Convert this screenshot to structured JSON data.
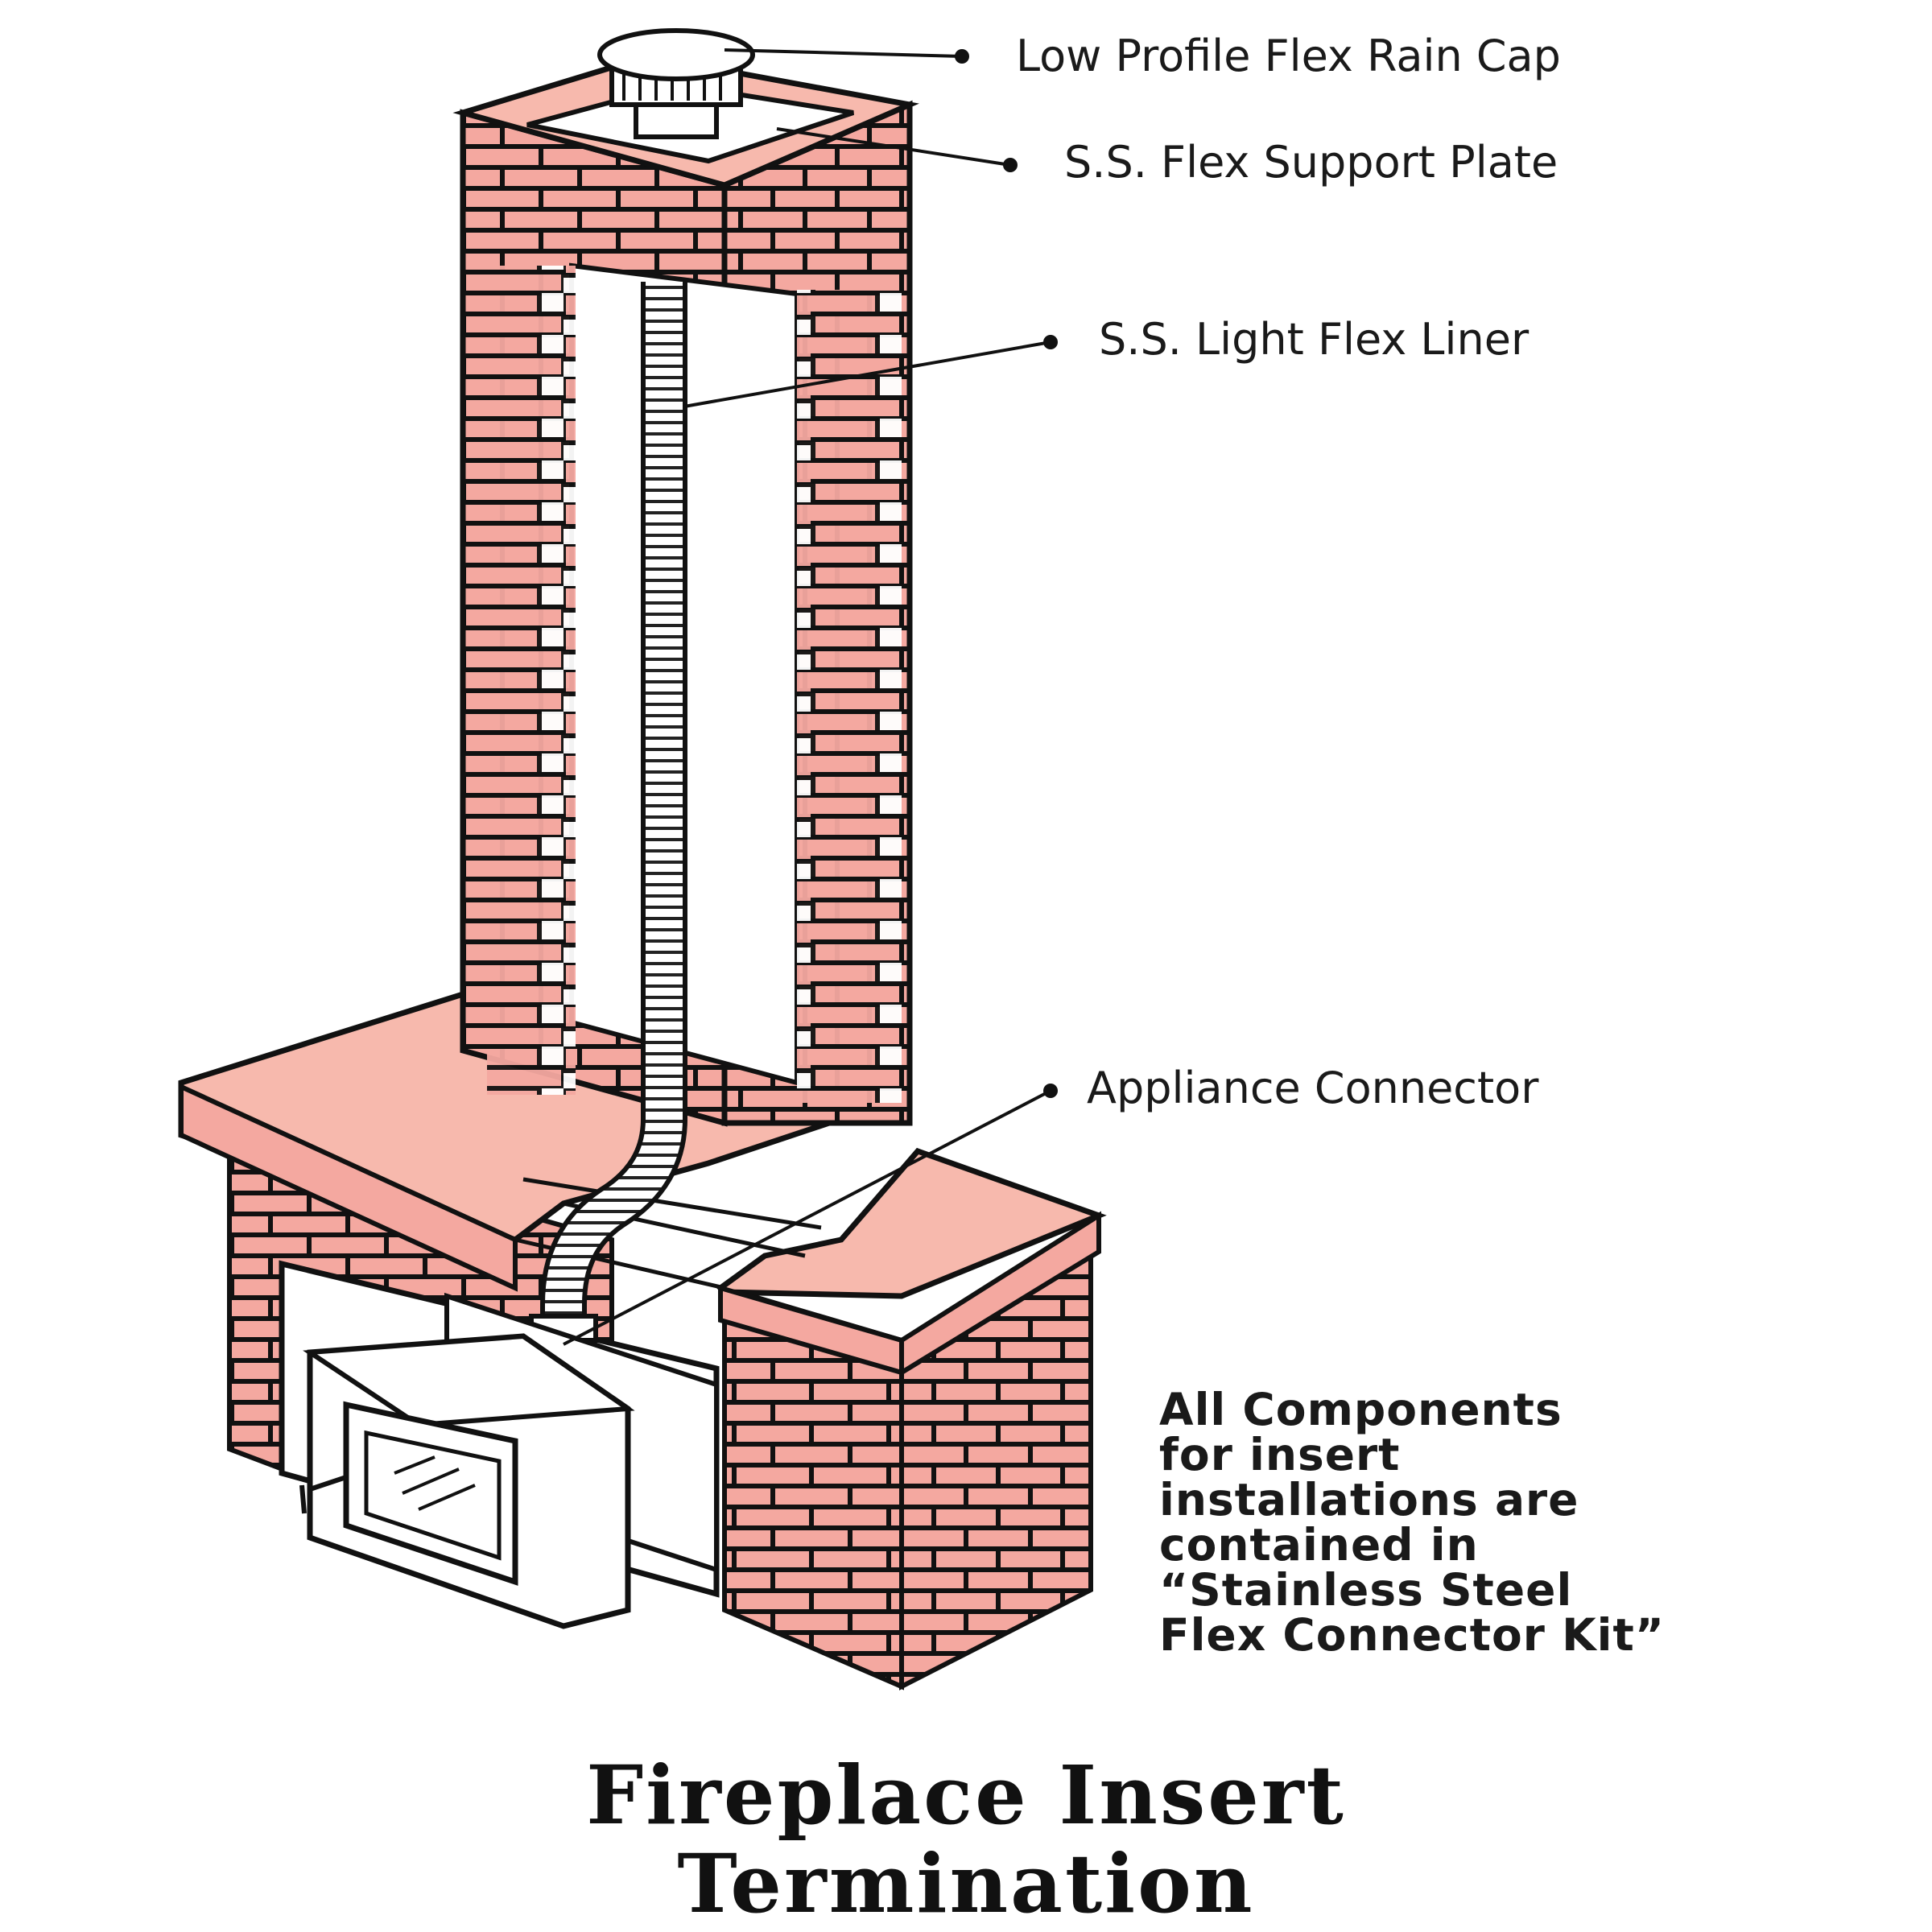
{
  "colors": {
    "brick": "#f4a8a0",
    "brick_top": "#f7b9ad",
    "mortar": "#111111",
    "background": "#ffffff"
  },
  "callouts": [
    {
      "id": "rain-cap",
      "label": "Low Profile Flex Rain Cap"
    },
    {
      "id": "support-plate",
      "label": "S.S. Flex Support Plate"
    },
    {
      "id": "flex-liner",
      "label": "S.S. Light Flex Liner"
    },
    {
      "id": "appliance-connector",
      "label": "Appliance Connector"
    }
  ],
  "note": {
    "lines": [
      "All Components",
      "for insert",
      "installations are",
      "contained in",
      "“Stainless Steel",
      "Flex Connector Kit”"
    ]
  },
  "title": {
    "line1": "Fireplace Insert",
    "line2": "Termination"
  }
}
